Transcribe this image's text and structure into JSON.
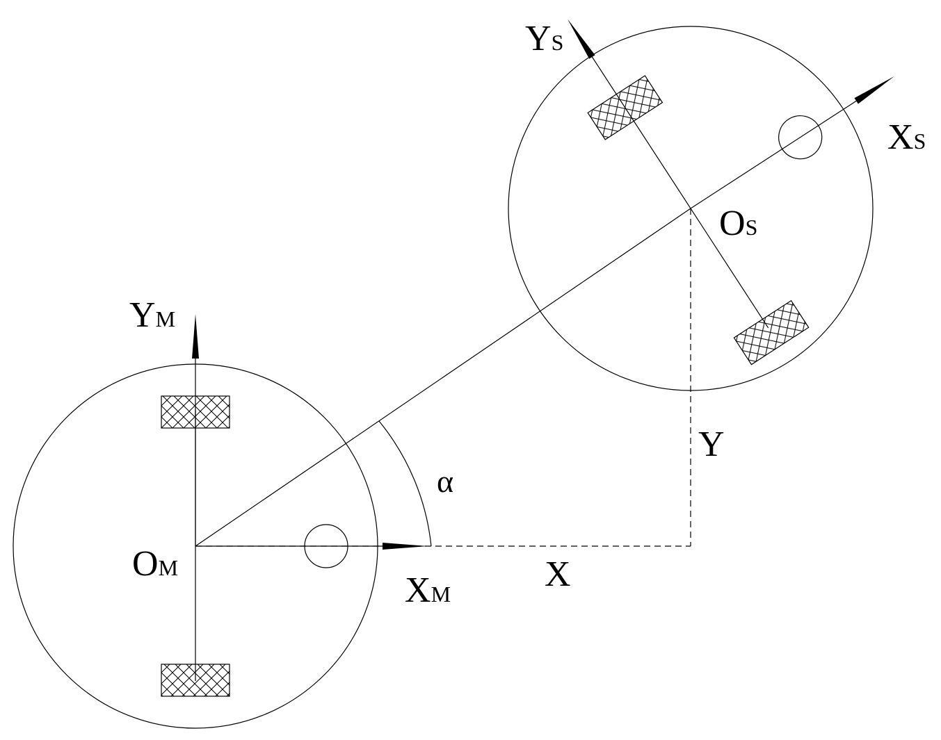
{
  "labels": {
    "ym_main": "Y",
    "ym_sub": "M",
    "xm_main": "X",
    "xm_sub": "M",
    "om_main": "O",
    "om_sub": "M",
    "ys_main": "Y",
    "ys_sub": "S",
    "xs_main": "X",
    "xs_sub": "S",
    "os_main": "O",
    "os_sub": "S",
    "alpha": "α",
    "x": "X",
    "y": "Y"
  },
  "colors": {
    "stroke": "#000000",
    "background": "#ffffff"
  }
}
